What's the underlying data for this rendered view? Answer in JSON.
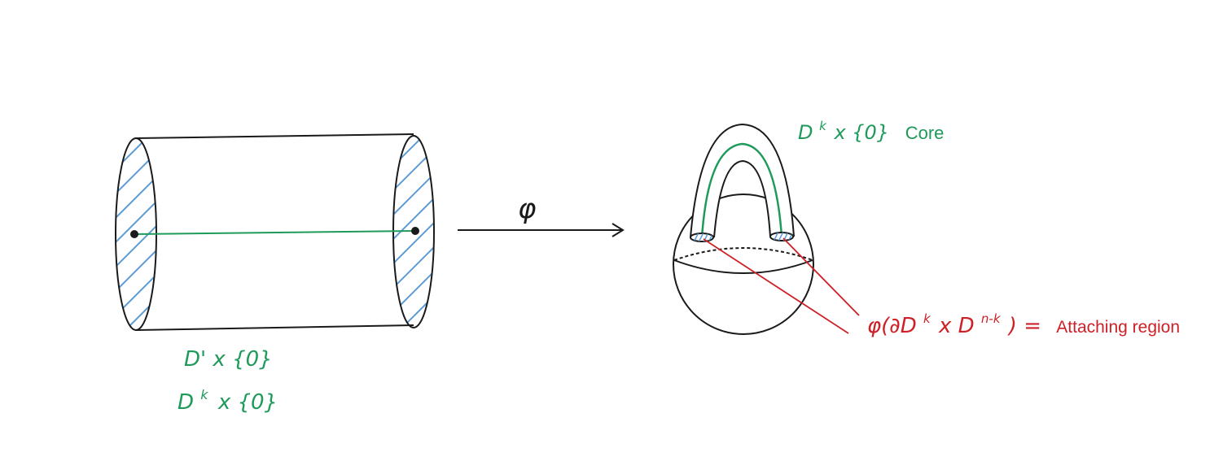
{
  "colors": {
    "ink": "#1a1a1a",
    "green": "#1e9a5a",
    "blue": "#5b9bd5",
    "red": "#cc2127",
    "background": "#ffffff"
  },
  "labels": {
    "map_symbol": "φ",
    "cylinder_label_1": "D' x {0}",
    "cylinder_label_2_base": "D",
    "cylinder_label_2_sup": "k",
    "cylinder_label_2_rest": "x {0}",
    "core_base": "D",
    "core_sup": "k",
    "core_rest": "x {0}",
    "core_text": "Core",
    "attach_prefix": "φ(∂D",
    "attach_sup1": "k",
    "attach_mid": "x D",
    "attach_sup2": "n-k",
    "attach_suffix": ") =",
    "attach_text": "Attaching region"
  }
}
